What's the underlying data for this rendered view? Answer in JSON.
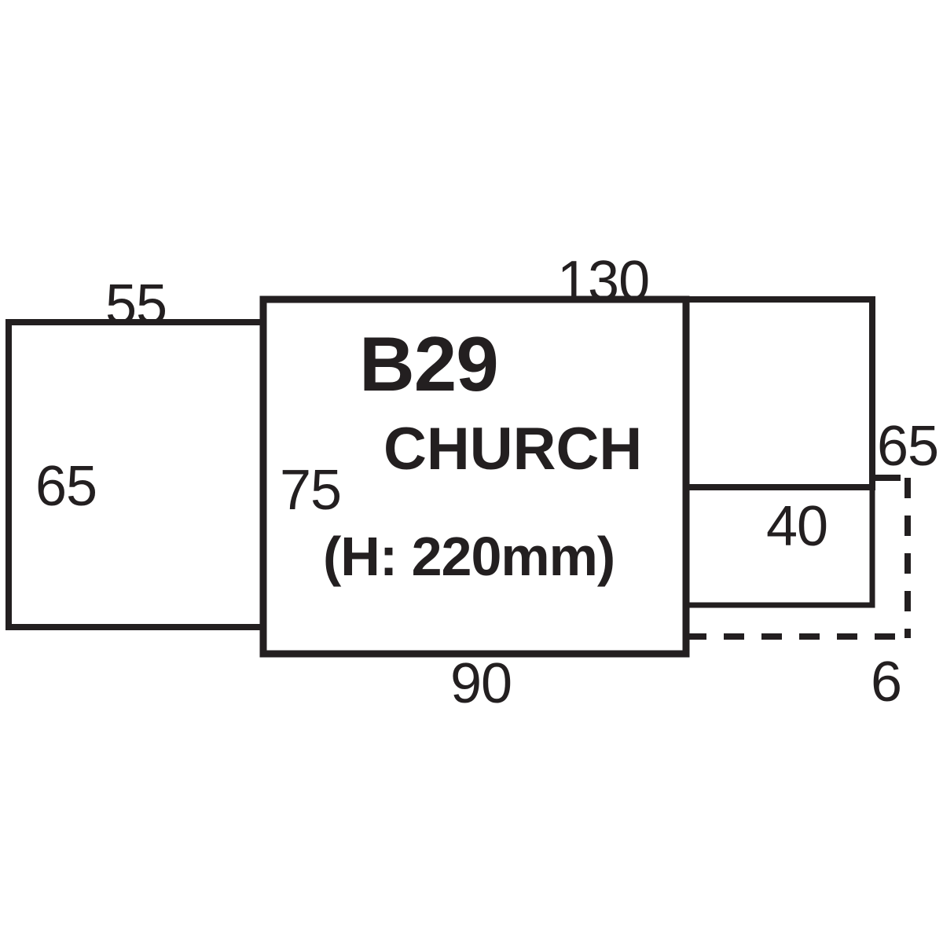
{
  "drawing": {
    "type": "dimensioned-plan-outline",
    "units": "mm",
    "stroke_color": "#231f20",
    "background_color": "#ffffff",
    "title_block": {
      "code": "B29",
      "name": "CHURCH",
      "height_note": "(H: 220mm)"
    },
    "dimensions": {
      "left_width": "55",
      "left_height": "65",
      "center_width_top": "130",
      "center_height": "75",
      "center_width_bottom": "90",
      "right_height": "65",
      "right_lower_height": "40",
      "offset_bottom": "6"
    }
  }
}
